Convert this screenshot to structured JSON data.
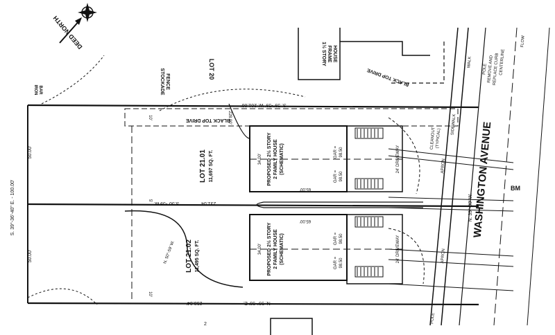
{
  "plan": {
    "deed_north": "DEED NORTH",
    "compass_letter": "N",
    "lot20": "LOT 20",
    "lot21_01": {
      "name": "LOT 21.01",
      "area": "11,697 SQ. FT."
    },
    "lot21_02": {
      "name": "LOT 21.02",
      "area": "11,495 SQ. FT."
    },
    "street": "WASHINGTON AVENUE",
    "house_top": {
      "lines": [
        "PROPOSED 2½ STORY",
        "2 FAMILY HOUSE",
        "(SCHEMATIC)"
      ],
      "gar1": "GAR =",
      "gar1_val": "98.50",
      "gar2": "GAR =",
      "gar2_val": "98.50",
      "dim_w": "65.00'",
      "dim_d": "34.00'",
      "driveway": "24' DRIVEWAY"
    },
    "house_bottom": {
      "lines": [
        "PROPOSED 2½ STORY",
        "2 FAMILY HOUSE",
        "(SCHEMATIC)"
      ],
      "gar1": "GAR =",
      "gar1_val": "98.50",
      "gar2": "GAR =",
      "gar2_val": "98.50",
      "dim_w": "65.00'",
      "dim_d": "34.00'",
      "driveway": "24' DRIVEWAY"
    },
    "frame_house": [
      "1½ STORY",
      "FRAME",
      "HOUSE"
    ],
    "black_top_drive": "BLACK TOP DRIVE",
    "black_top_drive2": "BLACK TOP DRIVE",
    "stockade": [
      "STOCKADE",
      "FENCE"
    ],
    "iron_bar": [
      "IRON",
      "BAR"
    ],
    "bearing_top": "S. 59°-59' W. 261.00'",
    "bearing_mid": "S.50°-59'W.",
    "dist_mid": "231.04'",
    "bearing_bottom": "N. 59°-59' E.",
    "dist_bottom": "253.04'",
    "bearing_left": "S. 39°-36'-40\" E. - 100.00'",
    "bearing_right": "N. 39°-00' W.",
    "curve_label": "N. 50°-59' W.",
    "dim_228": "228.00'",
    "dim_10a": "10'",
    "dim_10b": "10'",
    "dim_5": "5'",
    "dim_50a": "50.00'",
    "dim_50b": "50.00'",
    "sidewalk": "SIDEWALK",
    "walk": "WALK",
    "pole": "POLE",
    "remove_replace": [
      "POLE",
      "REMOVE AND",
      "REPLACE CURB"
    ],
    "centerline": "CENTERLINE",
    "flow": "FLOW",
    "cleanout": [
      "CLEANOUT",
      "(TYPICAL)"
    ],
    "apron": "APRON",
    "apron2": "APRON",
    "bm": "BM",
    "bottom_num": "2"
  }
}
